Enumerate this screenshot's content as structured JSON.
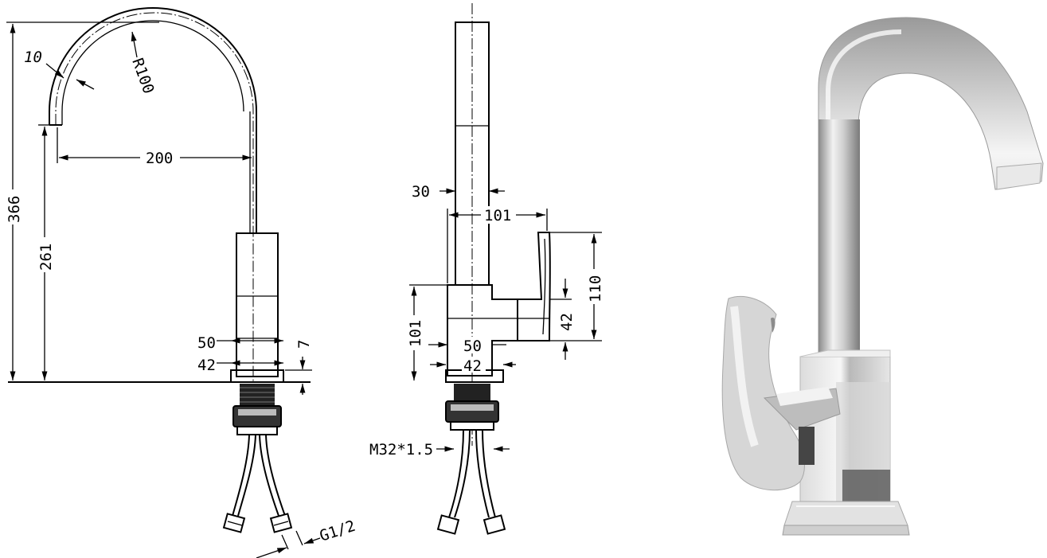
{
  "front_view": {
    "overall_height": "366",
    "body_height": "261",
    "spout_reach": "200",
    "pipe_thickness": "10",
    "bend_radius": "R100",
    "body_width": "50",
    "base_width": "42",
    "base_height": "7",
    "hose_connection": "G1/2"
  },
  "side_view": {
    "spout_width": "30",
    "handle_reach": "101",
    "handle_height": "110",
    "body_height": "101",
    "handle_block": "42",
    "body_width": "50",
    "base_width": "42",
    "mounting_thread": "M32*1.5"
  },
  "photo": {
    "finish_color": "#c9c9c9",
    "highlight_color": "#f4f4f4",
    "shadow_color": "#6f6f6f"
  }
}
